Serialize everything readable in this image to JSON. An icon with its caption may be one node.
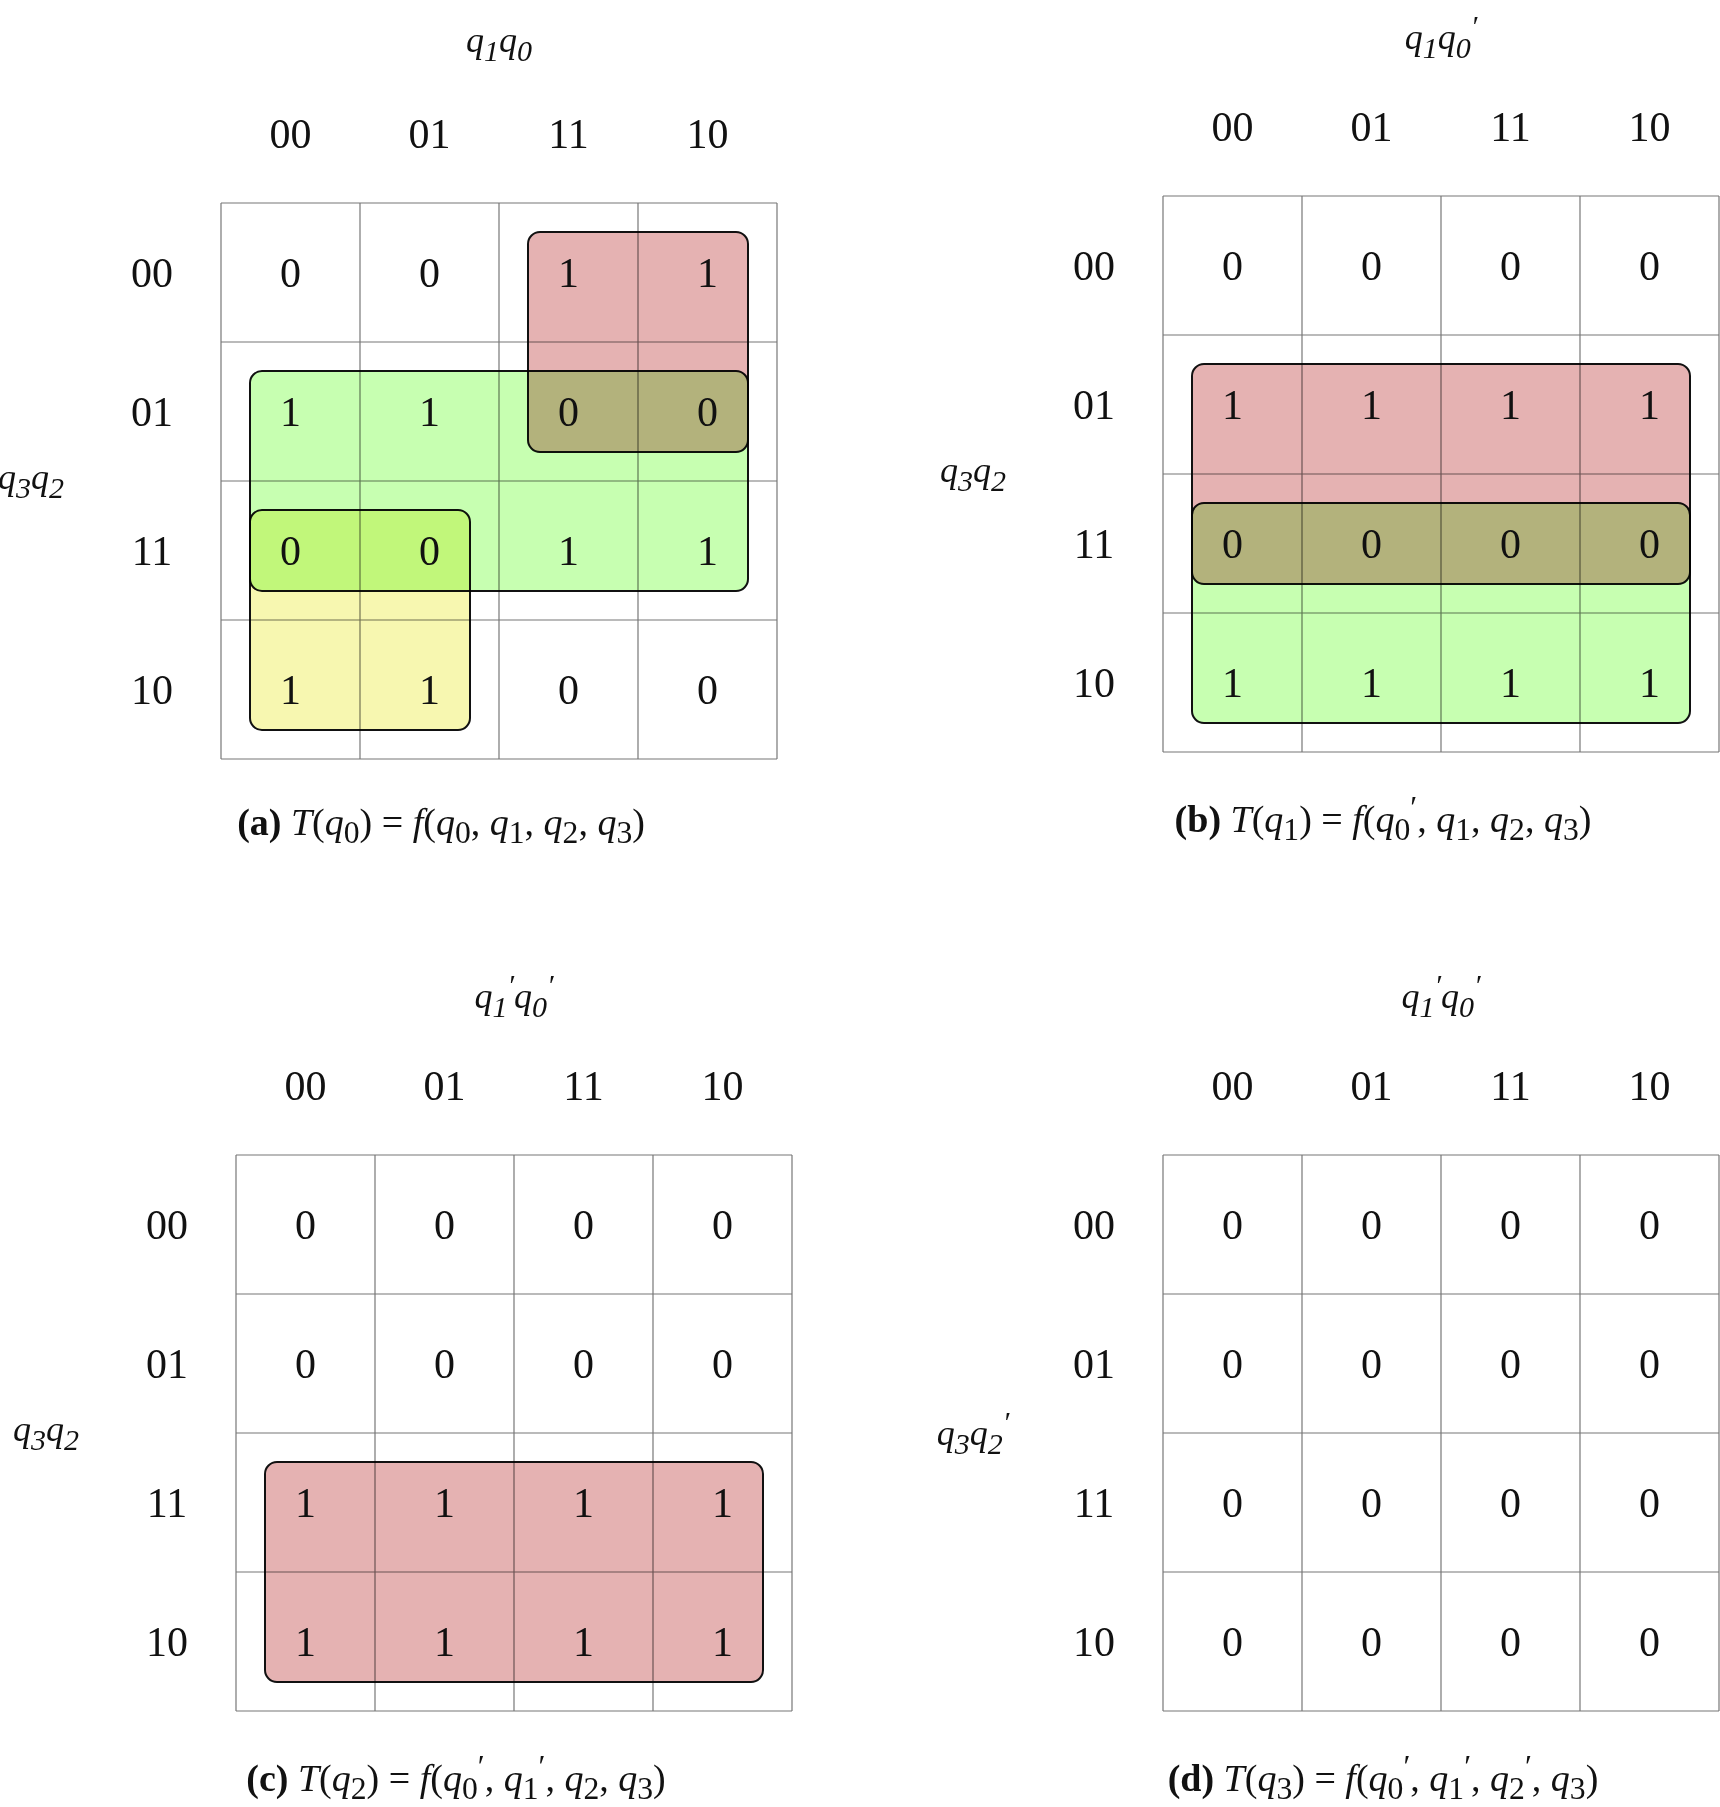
{
  "diagram": {
    "nodes": [
      {
        "text": [],
        "shape": "box"
      },
      {
        "text": [],
        "shape": "box"
      },
      {
        "text": [],
        "shape": "box"
      },
      {
        "text": [],
        "shape": "box"
      },
      {
        "text": [],
        "shape": "box"
      },
      {
        "text": [],
        "shape": "box"
      }
    ],
    "labels": [
      "q$_{1}$q$_{0}$",
      "00",
      "01",
      "11",
      "10",
      "00",
      "0",
      "0",
      "1",
      "1",
      "01",
      "1",
      "1",
      "0",
      "0",
      "q$_{3}$q$_{2}$",
      "11",
      "0",
      "0",
      "1",
      "1",
      "10",
      "1",
      "1",
      "0",
      "0",
      "**(a)** *T*(*q*$_{0}$) = *f*(*q*$_{0}$, *q*$_{1}$, *q*$_{2}$, *q*$_{3}$)",
      "q$_{1}$q$_{0}$$^{′}$",
      "00",
      "01",
      "11",
      "10",
      "00",
      "0",
      "0",
      "0",
      "0",
      "01",
      "1",
      "1",
      "1",
      "1",
      "q$_{3}$q$_{2}$",
      "11",
      "0",
      "0",
      "0",
      "0",
      "10",
      "1",
      "1",
      "1",
      "1",
      "**(b)** *T*(*q*$_{1}$) = *f*(*q*$_{0}$$^{′}$, *q*$_{1}$, *q*$_{2}$, *q*$_{3}$)",
      "q$_{1}$$^{′}$q$_{0}$$^{′}$",
      "00",
      "01",
      "11",
      "10",
      "00",
      "0",
      "0",
      "0",
      "0",
      "01",
      "0",
      "0",
      "0",
      "0",
      "q$_{3}$q$_{2}$",
      "11",
      "1",
      "1",
      "1",
      "1",
      "10",
      "1",
      "1",
      "1",
      "1",
      "**(c)** *T*(*q*$_{2}$) = *f*(*q*$_{0}$$^{′}$, *q*$_{1}$$^{′}$, *q*$_{2}$, *q*$_{3}$)",
      "q$_{1}$$^{′}$q$_{0}$$^{′}$",
      "00",
      "01",
      "11",
      "10",
      "00",
      "0",
      "0",
      "0",
      "0",
      "01",
      "0",
      "0",
      "0",
      "0",
      "q$_{3}$q$_{2}$$^{′}$",
      "11",
      "0",
      "0",
      "0",
      "0",
      "10",
      "0",
      "0",
      "0",
      "0",
      "**(d)** *T*(*q*$_{3}$) = *f*(*q*$_{0}$$^{′}$, *q*$_{1}$$^{′}$, *q*$_{2}$$^{′}$, *q*$_{3}$)"
    ]
  }
}
